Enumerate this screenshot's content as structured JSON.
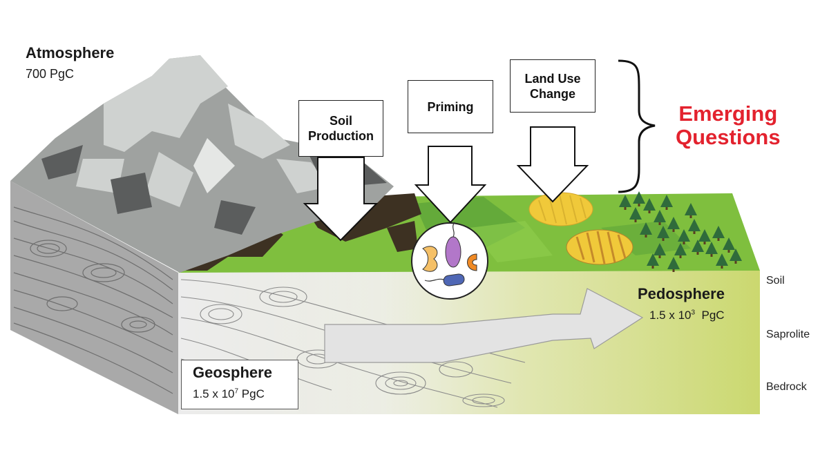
{
  "atmosphere": {
    "title": "Atmosphere",
    "value": "700 PgC"
  },
  "processes": {
    "soil_production": {
      "line1": "Soil",
      "line2": "Production"
    },
    "priming": {
      "label": "Priming"
    },
    "land_use_change": {
      "line1": "Land Use",
      "line2": "Change"
    }
  },
  "emerging": {
    "line1": "Emerging",
    "line2": "Questions",
    "color": "#e3222e"
  },
  "pedosphere": {
    "title": "Pedosphere",
    "value_base": "1.5 x 10",
    "value_exp": "3",
    "value_unit": "PgC"
  },
  "geosphere": {
    "title": "Geosphere",
    "value_base": "1.5 x 10",
    "value_exp": "7",
    "value_unit": "PgC"
  },
  "layers": {
    "soil": "Soil",
    "saprolite": "Saprolite",
    "bedrock": "Bedrock"
  },
  "colors": {
    "rock_front": "#bdbdbd",
    "soil_green": "#c9d66a",
    "grass": "#7fbf3e",
    "dark_soil": "#3d3122",
    "mountain_light": "#cfd2d0",
    "mountain_dark": "#5b5d5d",
    "field_yellow": "#f0c93a",
    "field_brown": "#c48a2a",
    "tree": "#2f6b3b"
  }
}
